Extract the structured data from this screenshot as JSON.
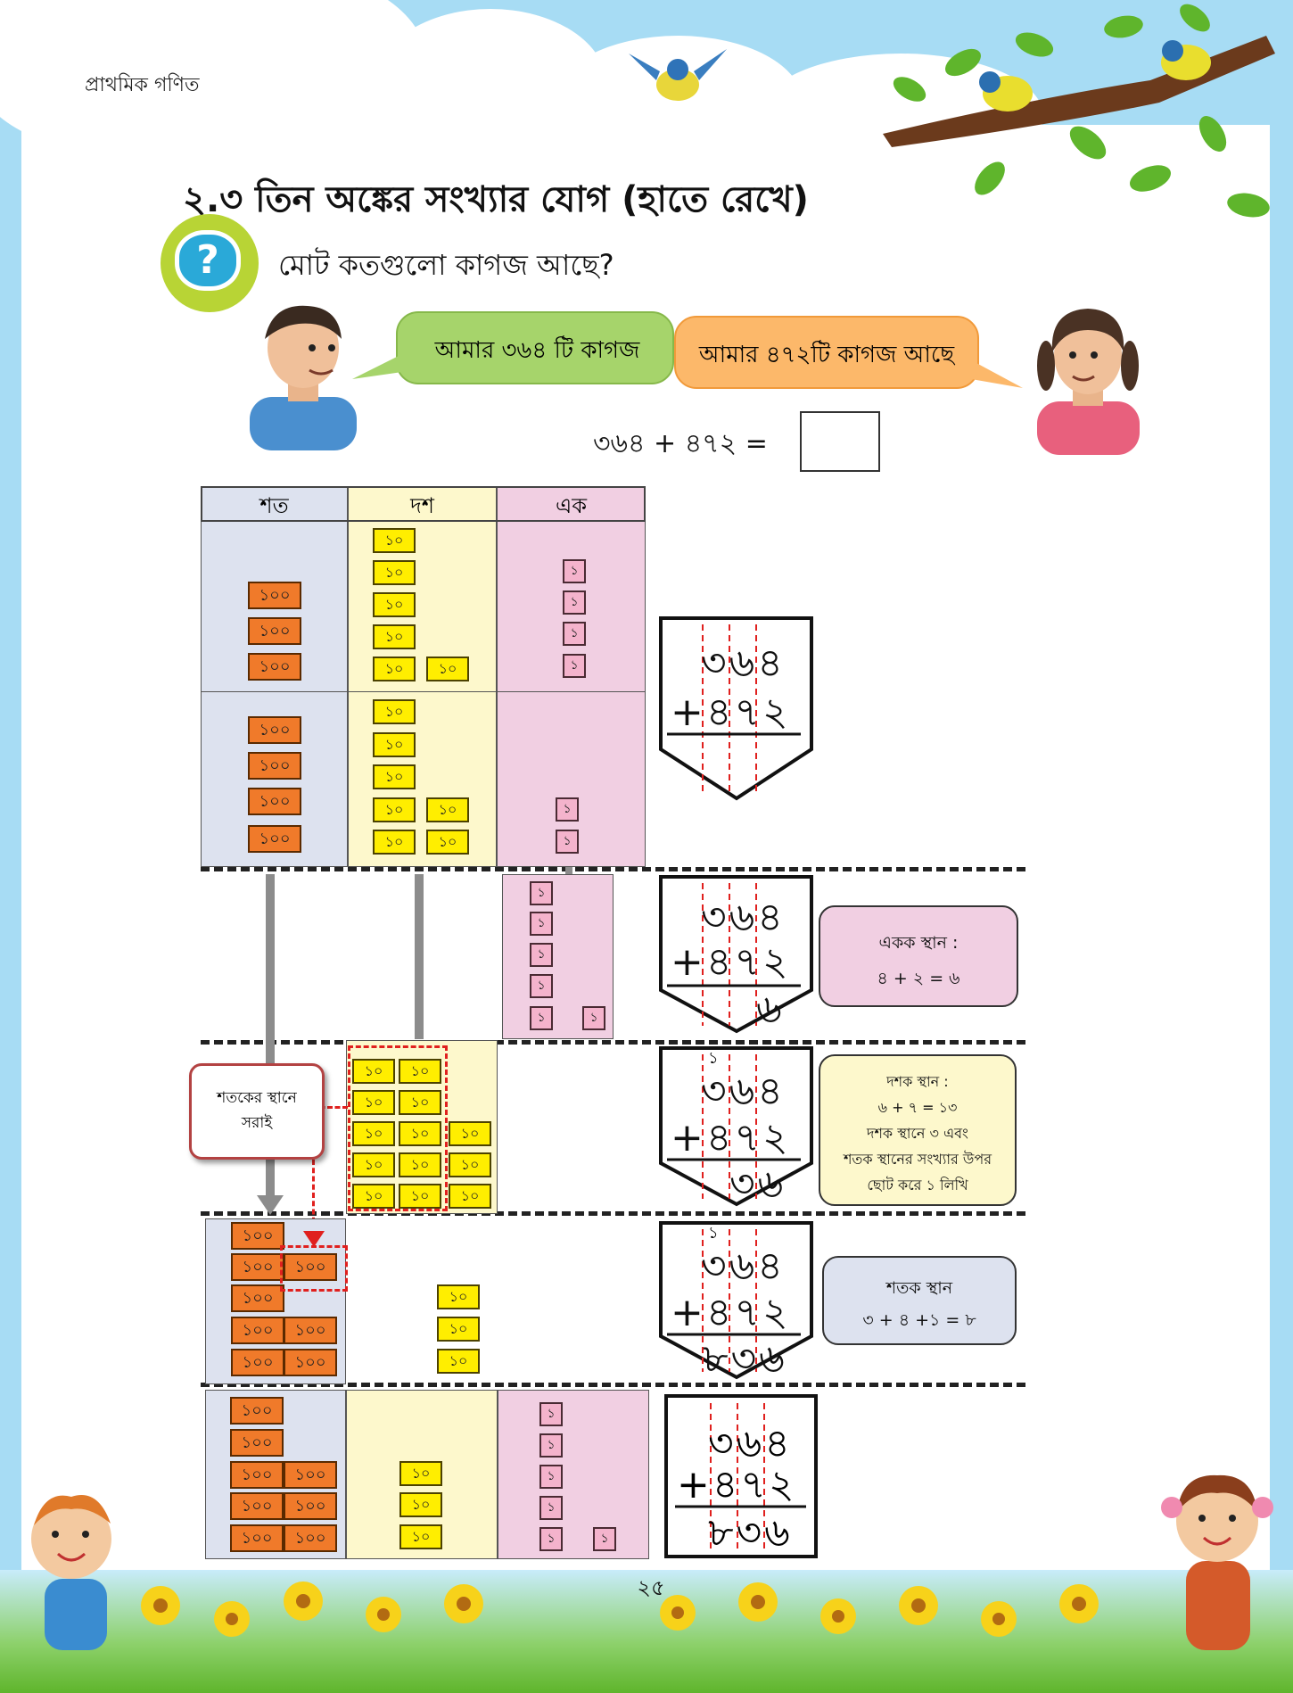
{
  "header": {
    "book_title": "প্রাথমিক গণিত"
  },
  "section": {
    "title": "২.৩ তিন অঙ্কের সংখ্যার যোগ (হাতে রেখে)",
    "question": "মোট কতগুলো কাগজ আছে?"
  },
  "dialogue": {
    "boy": "আমার ৩৬৪ টি কাগজ",
    "girl": "আমার ৪৭২টি কাগজ আছে"
  },
  "equation": {
    "text": "৩৬৪ + ৪৭২ ="
  },
  "table": {
    "headers": [
      "শত",
      "দশ",
      "এক"
    ],
    "tile_hundred": "১০০",
    "tile_ten": "১০",
    "tile_one": "১"
  },
  "columns": {
    "top": "৩৬৪",
    "bottom": "+৪৭২",
    "carry": "১",
    "step1_result": "৬",
    "step2_result": "৩৬",
    "step3_result": "৮৩৬"
  },
  "notes": {
    "ones_title": "একক স্থান :",
    "ones_body": "৪ + ২ = ৬",
    "tens_title": "দশক স্থান :",
    "tens_line1": "৬ + ৭ = ১৩",
    "tens_line2": "দশক স্থানে ৩ এবং",
    "tens_line3": "শতক স্থানের সংখ্যার উপর",
    "tens_line4": "ছোট করে ১ লিখি",
    "hundreds_title": "শতক স্থান",
    "hundreds_body": "৩ + ৪ +১ = ৮",
    "move_line1": "শতকের স্থানে",
    "move_line2": "সরাই"
  },
  "footer": {
    "page_number": "২৫"
  },
  "colors": {
    "hundreds_col": "#dde2ef",
    "tens_col": "#fdf8cc",
    "ones_col": "#f1cfe2",
    "sky": "#a7dcf4"
  }
}
